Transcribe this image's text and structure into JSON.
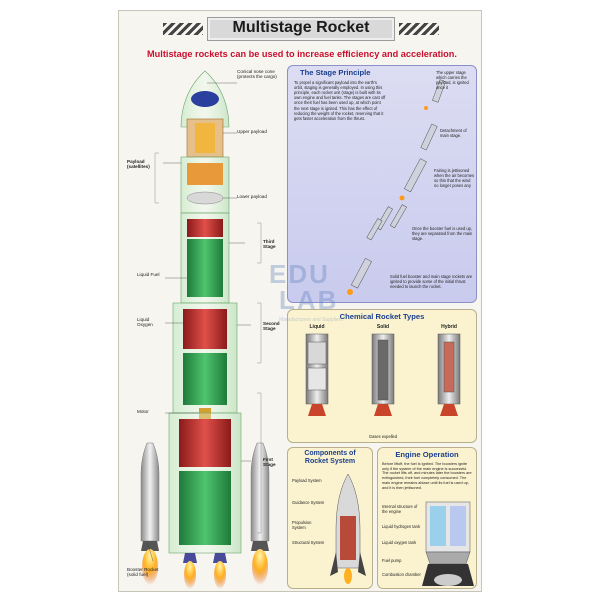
{
  "poster": {
    "title": "Multistage Rocket",
    "subtitle": "Multistage rockets can be used to increase efficiency and acceleration."
  },
  "rocket_labels": {
    "conical_nose": "Conical nose cone (protects the cargo)",
    "upper_payload": "Upper payload",
    "payload": "Payload (satellites)",
    "lower_payload": "Lower payload",
    "third_stage": "Third Stage",
    "liquid_fuel": "Liquid Fuel",
    "liquid_oxygen": "Liquid Oxygen",
    "second_stage": "Second Stage",
    "motor": "Motor",
    "first_stage": "First Stage",
    "booster": "Booster Rocket (solid fuel)"
  },
  "stage_principle": {
    "heading": "The Stage Principle",
    "body": "To propel a significant payload into the earth's orbit, staging is generally employed. In using this principle, each rocket unit (stage) is built with its own engine and fuel tanks. The stages are cast off once their fuel has been used up, at which point the next stage is ignited. This has the effect of reducing the weight of the rocket, reserving that it gets faster acceleration from the thrust.",
    "note_upper": "The upper stage which carries the payload, is ignited once it",
    "note_detach": "Detachment of main stage.",
    "note_fairing": "Fairing is jettisoned when the air becomes so thin that the wind no longer poses any",
    "note_booster": "Once the booster fuel is used up, they are separated from the main stage.",
    "note_solid": "Solid fuel booster and main stage rockets are ignited to provide some of the initial thrust needed to launch the rocket."
  },
  "chemical": {
    "heading": "Chemical Rocket Types",
    "types": [
      "Liquid",
      "Solid",
      "Hybrid"
    ],
    "gases": "Gases expelled"
  },
  "components": {
    "heading": "Components of Rocket System",
    "labels": [
      "Payload System",
      "Guidance System",
      "Propulsion System",
      "Structural System"
    ]
  },
  "engine": {
    "heading": "Engine Operation",
    "body": "Before liftoff, the fuel is ignited. The boosters ignite only if the system of the main engine is successful. The rocket lifts off, and minutes later the boosters are extinguished, their fuel completely consumed. The main engine remains ablaze until its fuel is used up, and it is then jettisoned.",
    "labels": [
      "Internal structure of the engine",
      "Liquid hydrogen tank",
      "Liquid oxygen tank",
      "Fuel pump",
      "Combustion chamber"
    ]
  },
  "watermark": {
    "line1": "EDU",
    "line2": "LAB",
    "small": "Manufacturers and Suppliers"
  },
  "colors": {
    "title_red": "#c8102e",
    "heading_blue": "#1b3f8f",
    "stage_panel": "#c9cbee",
    "yellow_panel": "#fbf3cf"
  }
}
